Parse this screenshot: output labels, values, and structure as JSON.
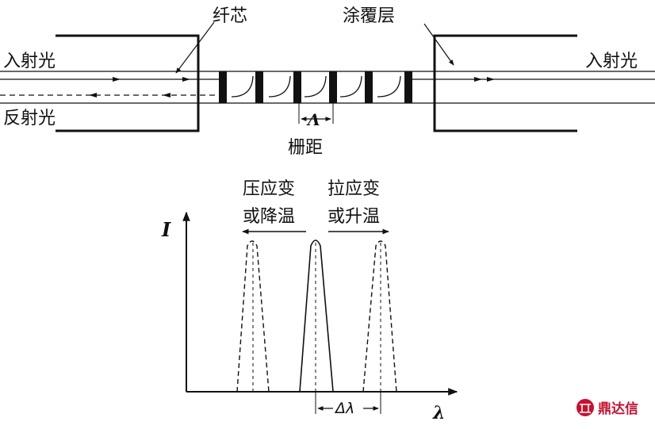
{
  "fiber": {
    "core_label": "纤芯",
    "cladding_label": "涂覆层",
    "incident_left": "入射光",
    "reflected_left": "反射光",
    "incident_right": "入射光",
    "pitch_symbol": "Λ",
    "pitch_label": "栅距"
  },
  "spectrum": {
    "y_axis_label": "I",
    "x_axis_label": "λ",
    "shift_label": "Δλ",
    "compress_line1": "压应变",
    "compress_line2": "或降温",
    "tension_line1": "拉应变",
    "tension_line2": "或升温"
  },
  "watermark": {
    "text": "鼎达信"
  },
  "colors": {
    "ink": "#111111",
    "watermark": "#c8102e"
  }
}
